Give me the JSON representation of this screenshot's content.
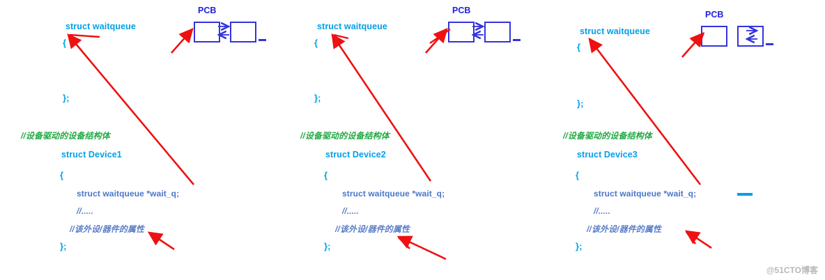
{
  "diagram": {
    "title": "struct waitqueue and device struct relationship",
    "watermark": "@51CTO博客",
    "colors": {
      "code_blue": "#00a0e9",
      "comment_green": "#22aa44",
      "comment_blue": "#5b7fc7",
      "pcb_blue": "#3333dd",
      "arrow_red": "#ee1111",
      "background": "#ffffff"
    }
  },
  "panels": [
    {
      "id": "panel-1",
      "waitqueue_title": "struct waitqueue",
      "open_brace": "{",
      "close_brace": "};",
      "pcb_label": "PCB",
      "pcb_dash": "—",
      "device_comment": "//设备驱动的设备结构体",
      "device_title": "struct Device1",
      "device_open_brace": "{",
      "device_member": "struct waitqueue *wait_q;",
      "device_ellipsis": "//.....",
      "device_comment2": "//该外设/器件的属性",
      "device_close_brace": "};",
      "tail_dash": ""
    },
    {
      "id": "panel-2",
      "waitqueue_title": "struct waitqueue",
      "open_brace": "{",
      "close_brace": "};",
      "pcb_label": "PCB",
      "pcb_dash": "—",
      "device_comment": "//设备驱动的设备结构体",
      "device_title": "struct Device2",
      "device_open_brace": "{",
      "device_member": "struct waitqueue *wait_q;",
      "device_ellipsis": "//.....",
      "device_comment2": "//该外设/器件的属性",
      "device_close_brace": "};",
      "tail_dash": ""
    },
    {
      "id": "panel-3",
      "waitqueue_title": "struct waitqueue",
      "open_brace": "{",
      "close_brace": "};",
      "pcb_label": "PCB",
      "pcb_dash": "—",
      "device_comment": "//设备驱动的设备结构体",
      "device_title": "struct Device3",
      "device_open_brace": "{",
      "device_member": "struct waitqueue *wait_q;",
      "device_ellipsis": "//.....",
      "device_comment2": "//该外设/器件的属性",
      "device_close_brace": "};",
      "tail_dash": "—"
    }
  ]
}
